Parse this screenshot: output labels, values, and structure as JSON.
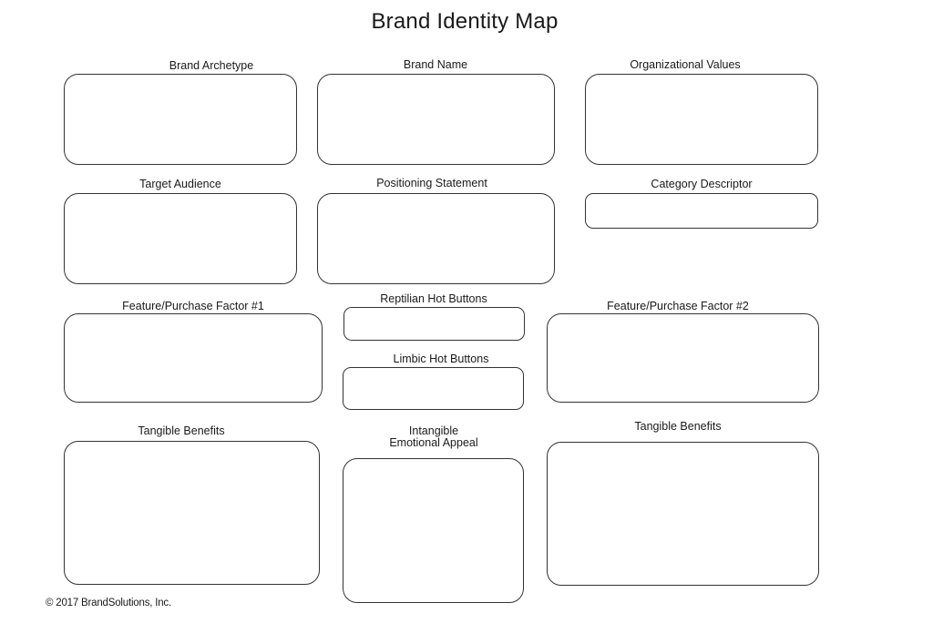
{
  "title": "Brand Identity Map",
  "fields": {
    "brand_archetype": "Brand Archetype",
    "brand_name": "Brand Name",
    "organizational_values": "Organizational Values",
    "target_audience": "Target Audience",
    "positioning_statement": "Positioning Statement",
    "category_descriptor": "Category Descriptor",
    "feature_purchase_factor_1": "Feature/Purchase Factor  #1",
    "reptilian_hot_buttons": "Reptilian Hot Buttons",
    "feature_purchase_factor_2": "Feature/Purchase Factor  #2",
    "limbic_hot_buttons": "Limbic Hot Buttons",
    "tangible_benefits_left": "Tangible Benefits",
    "intangible_line1": "Intangible",
    "intangible_line2": "Emotional Appeal",
    "tangible_benefits_right": "Tangible Benefits"
  },
  "copyright": "© 2017 BrandSolutions, Inc."
}
